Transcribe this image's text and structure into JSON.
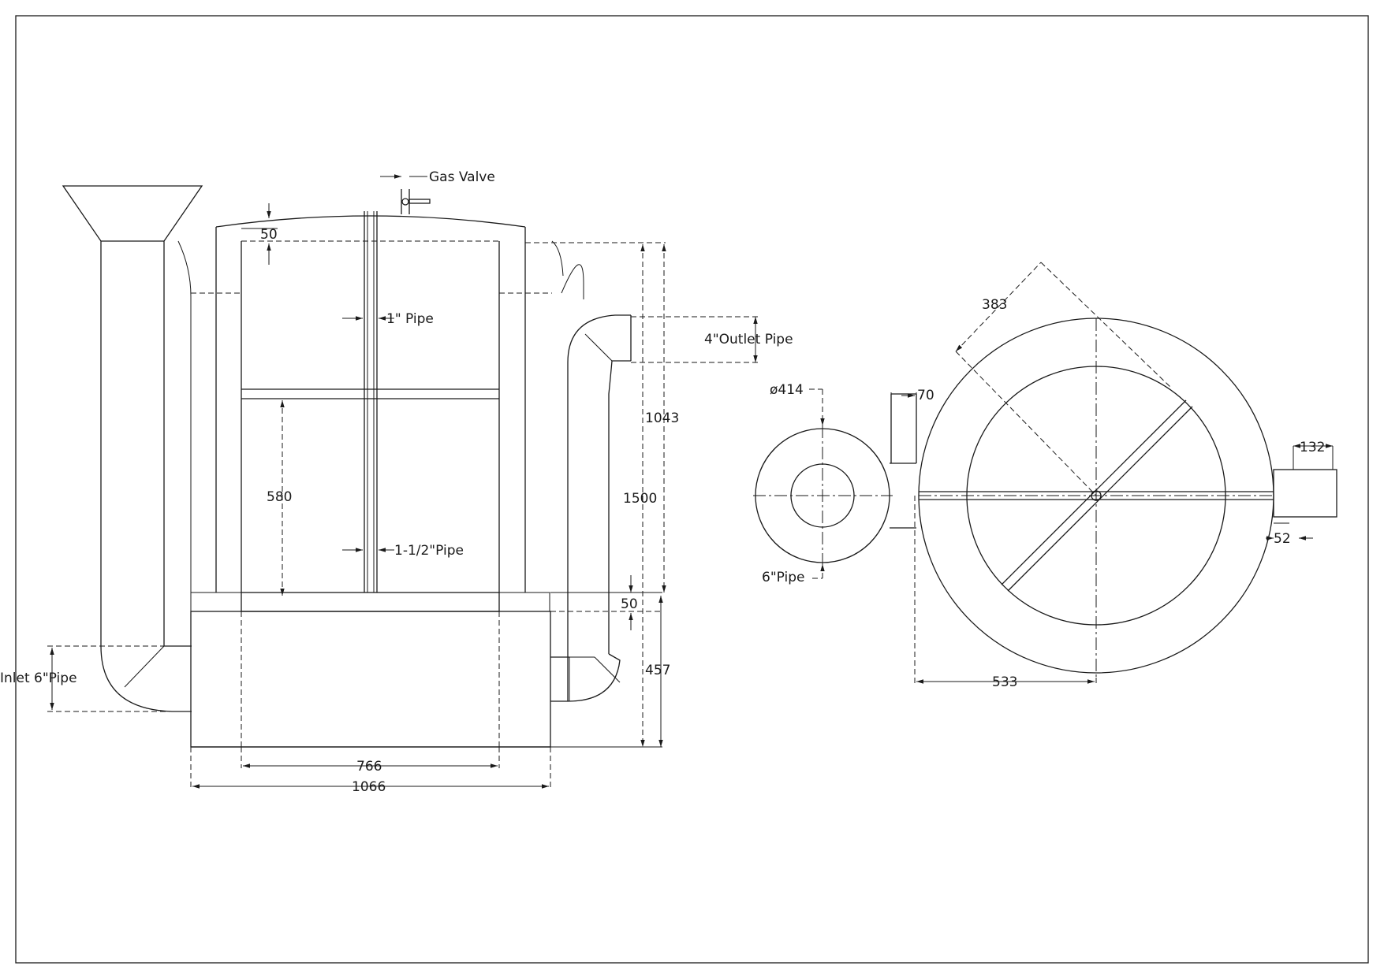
{
  "drawing": {
    "labels": {
      "gas_valve": "Gas Valve",
      "pipe_1": "1\" Pipe",
      "pipe_1_5": "1-1/2\"Pipe",
      "outlet_pipe_4": "4\"Outlet Pipe",
      "inlet_pipe_6": "Inlet 6\"Pipe",
      "pipe_6": "6\"Pipe"
    },
    "dimensions": {
      "top_gap": "50",
      "inner_height": "580",
      "height_1043": "1043",
      "height_1500": "1500",
      "base_50": "50",
      "base_457": "457",
      "inner_width": "766",
      "outer_width": "1066",
      "diameter_small": "ø414",
      "offset_70": "70",
      "radius_383": "383",
      "width_132": "132",
      "width_52": "52",
      "radius_533": "533"
    }
  }
}
